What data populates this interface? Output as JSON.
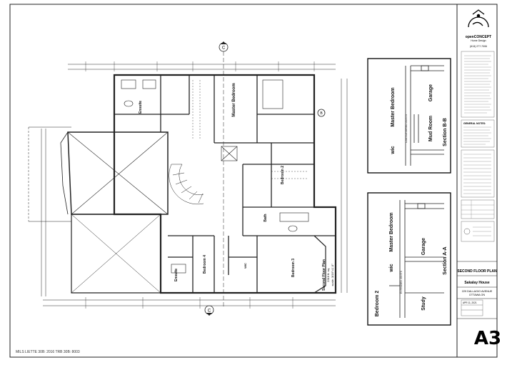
{
  "title_block": {
    "company_name": "openCONCEPT",
    "company_sub": "Home Design",
    "phone": "(613) 277-7006",
    "sheet_label": "SECOND FLOOR PLAN",
    "project": "Sakalay House",
    "address_line1": "229 DALLAGIO AVENUE",
    "address_line2": "OTTAWA ON",
    "date": "APR 11, 2021",
    "sheet_number": "A3",
    "notes_heading": "GENERAL NOTES:"
  },
  "plan": {
    "title_line1": "Second Floor Plan",
    "title_line2": "2316 ft. sq.",
    "scale": "scale: 3/16\"=1'-0\"",
    "rooms": {
      "ensuite_top": "Ensuite",
      "master_bedroom": "Master Bedroom",
      "bedroom2": "Bedroom 2",
      "bath": "Bath",
      "bedroom4": "Bedroom 4",
      "bedroom3": "Bedroom 3",
      "ensuite_bottom": "Ensuite",
      "wic": "WIC"
    },
    "bottom_note": "MILS LIETTE  30B: 2016     TRB 30B: 8003"
  },
  "section_bb": {
    "title": "Section B-B",
    "master_bedroom": "Master Bedroom",
    "garage": "Garage",
    "mud_room": "Mud Room",
    "wic": "wic",
    "joist_note": "CANTILEVERED  JOISTS"
  },
  "section_aa": {
    "title": "Section A-A",
    "master_bedroom": "Master Bedroom",
    "wic": "wic",
    "bedroom2": "Bedroom 2",
    "garage": "Garage",
    "study": "Study",
    "joist_note": "EXTENDED  JOISTS"
  },
  "markers": {
    "top": "C",
    "bottom": "C",
    "right": "B"
  }
}
